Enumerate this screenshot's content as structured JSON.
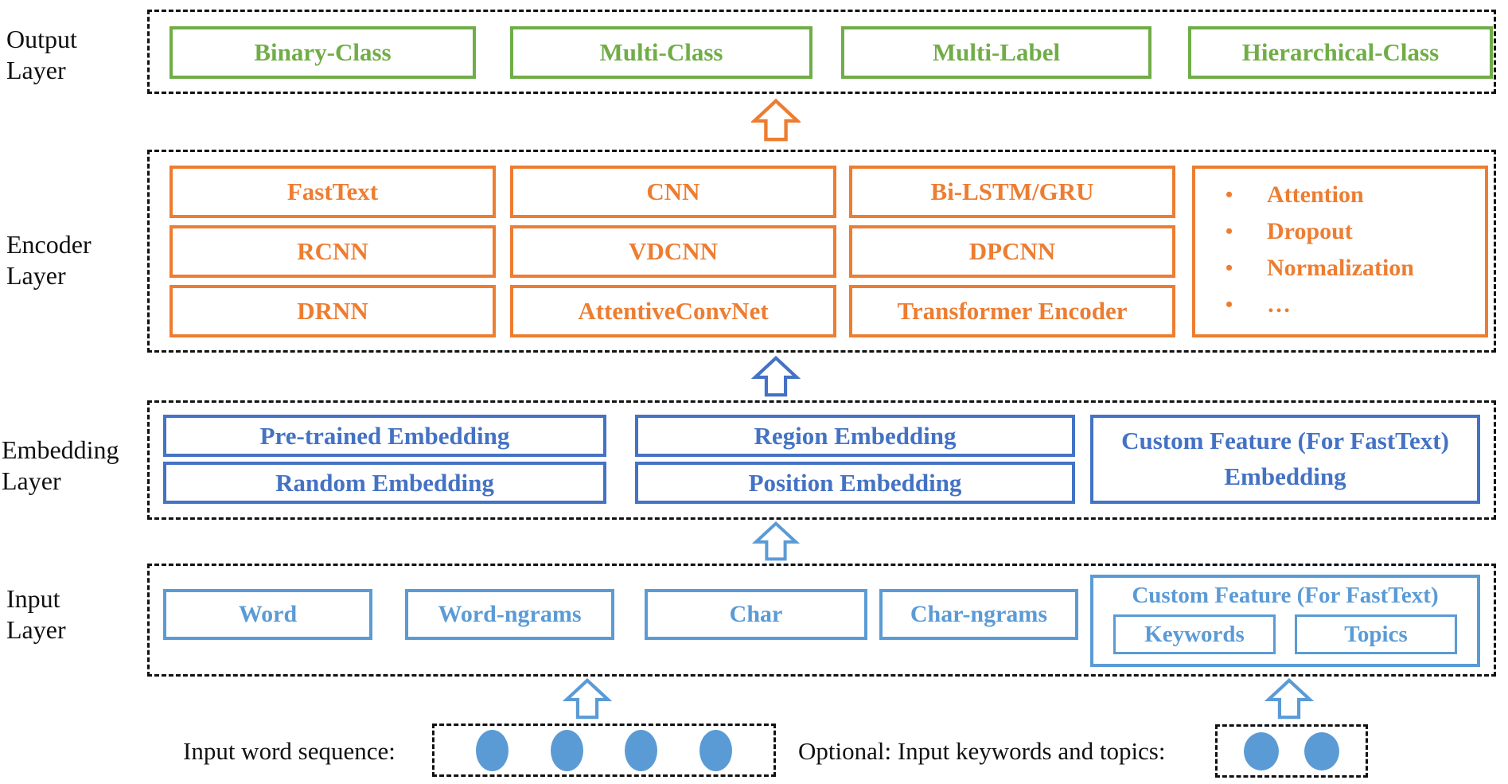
{
  "colors": {
    "green": "#70AD47",
    "orange": "#ED7D31",
    "blue": "#4472C4",
    "light_blue": "#5B9BD5",
    "dashed_border": "#111111"
  },
  "layers": {
    "output": {
      "label_line1": "Output",
      "label_line2": "Layer",
      "boxes": [
        "Binary-Class",
        "Multi-Class",
        "Multi-Label",
        "Hierarchical-Class"
      ]
    },
    "encoder": {
      "label_line1": "Encoder",
      "label_line2": "Layer",
      "grid": [
        [
          "FastText",
          "CNN",
          "Bi-LSTM/GRU"
        ],
        [
          "RCNN",
          "VDCNN",
          "DPCNN"
        ],
        [
          "DRNN",
          "AttentiveConvNet",
          "Transformer Encoder"
        ]
      ],
      "bullet_char": "•",
      "extras": [
        "Attention",
        "Dropout",
        "Normalization",
        "…"
      ]
    },
    "embedding": {
      "label_line1": "Embedding",
      "label_line2": "Layer",
      "boxes": [
        "Pre-trained Embedding",
        "Random Embedding",
        "Region Embedding",
        "Position Embedding"
      ],
      "custom_box": "Custom Feature (For FastText) Embedding"
    },
    "input": {
      "label_line1": "Input",
      "label_line2": "Layer",
      "boxes": [
        "Word",
        "Word-ngrams",
        "Char",
        "Char-ngrams"
      ],
      "custom_box": {
        "title": "Custom Feature (For FastText)",
        "children": [
          "Keywords",
          "Topics"
        ]
      }
    }
  },
  "bottom": {
    "word_sequence_label": "Input word sequence:",
    "keywords_label": "Optional: Input keywords and topics:"
  }
}
